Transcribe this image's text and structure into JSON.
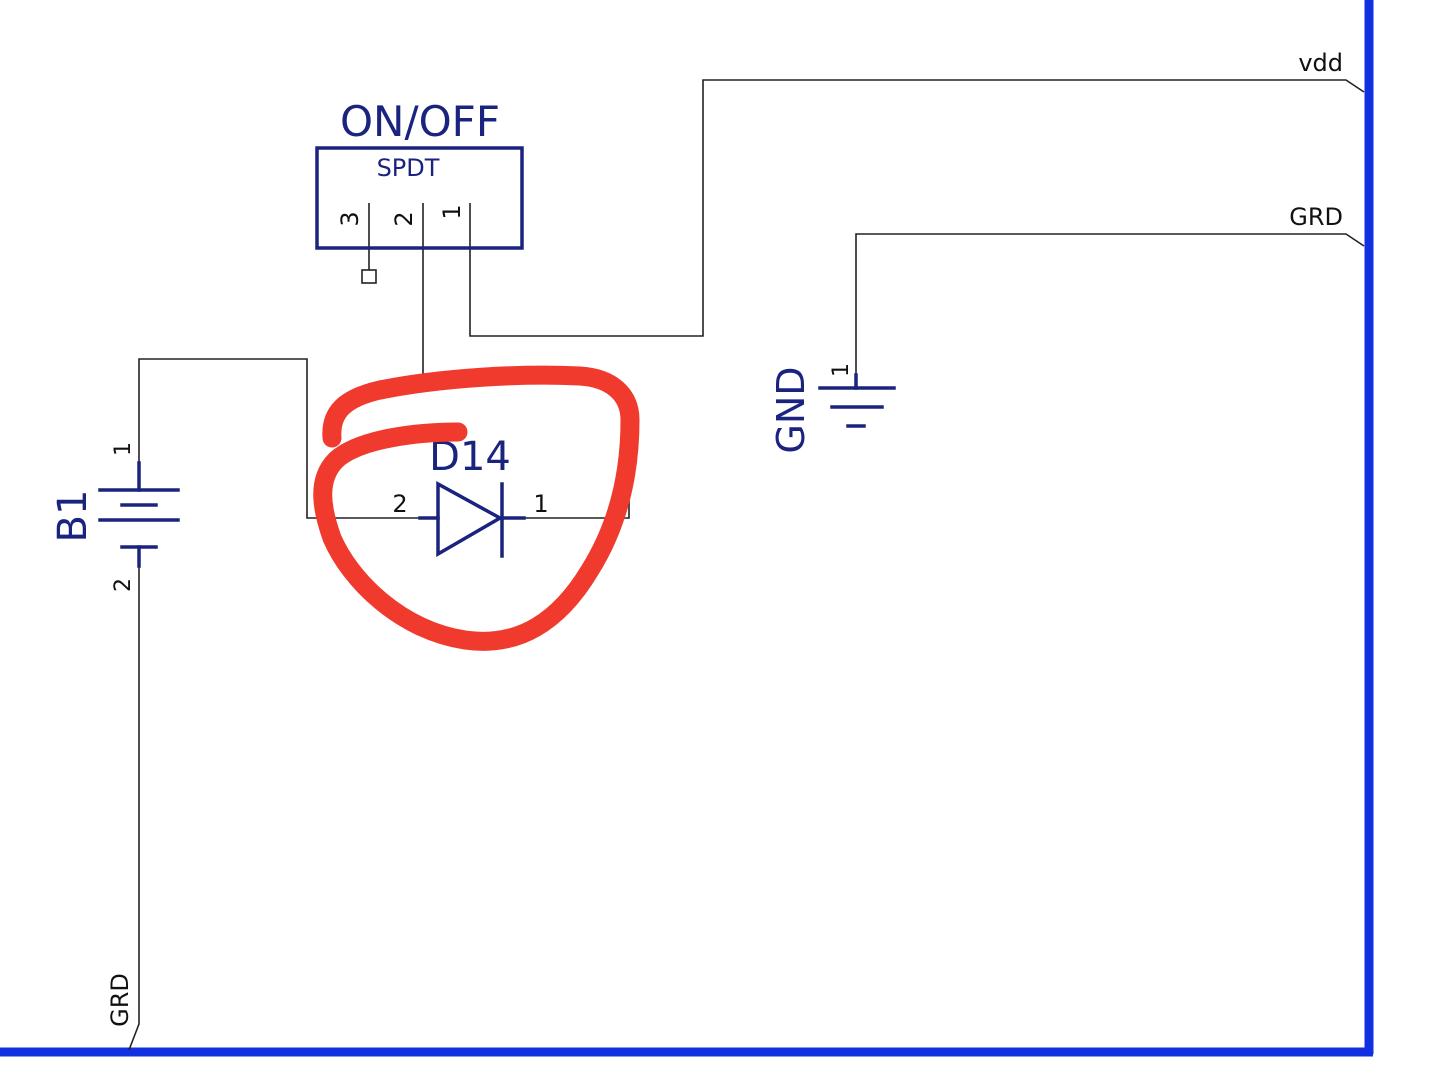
{
  "colors": {
    "symbol": "#1a237e",
    "border": "#1130e0",
    "wire": "#222222",
    "annotation": "#f03a2e",
    "background": "#ffffff"
  },
  "switch": {
    "label": "ON/OFF",
    "type": "SPDT",
    "pins": [
      "3",
      "2",
      "1"
    ]
  },
  "diode": {
    "label": "D14",
    "pin_left": "2",
    "pin_right": "1"
  },
  "battery": {
    "label": "B1",
    "pin_top": "1",
    "pin_bottom": "2"
  },
  "ground": {
    "label": "GND",
    "pin": "1"
  },
  "nets": {
    "vdd": "vdd",
    "grd_right": "GRD",
    "grd_bottom": "GRD"
  },
  "icons": {
    "annotation": "red-circle-annotation-icon"
  }
}
